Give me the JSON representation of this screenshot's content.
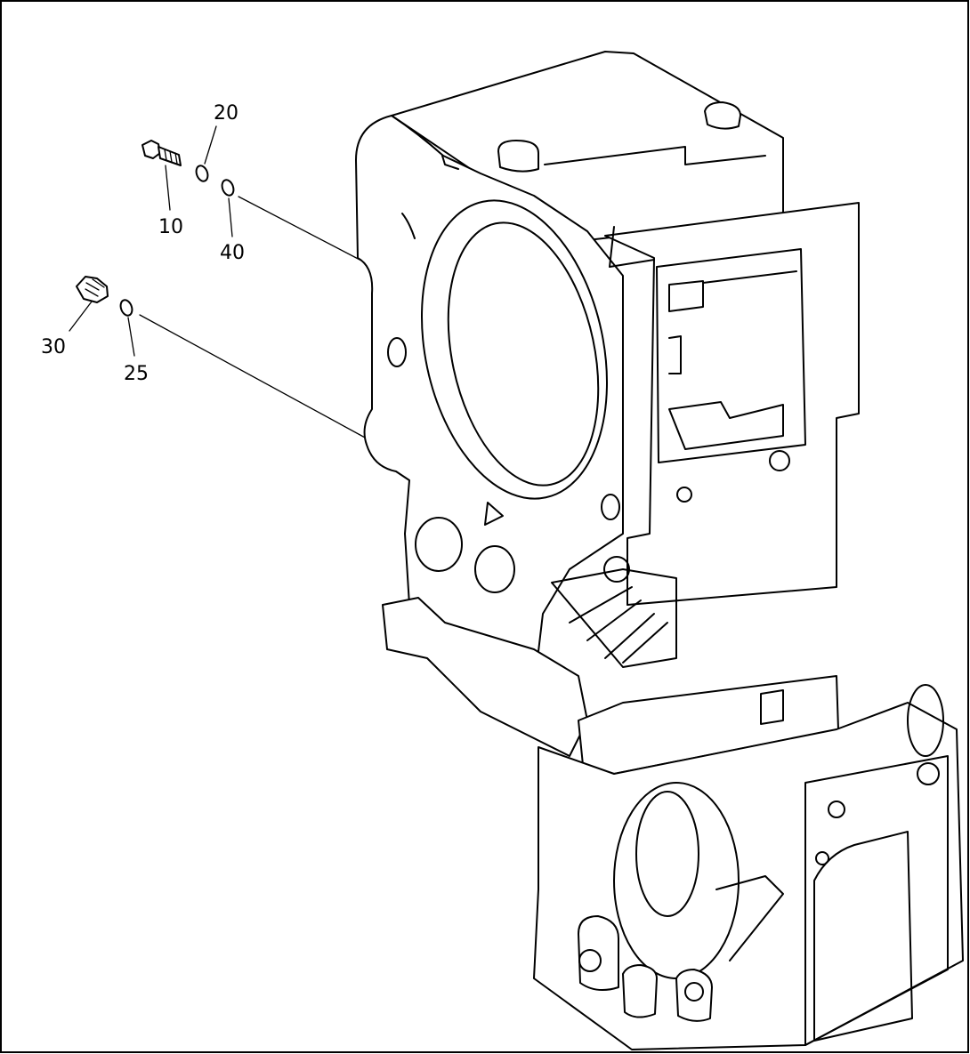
{
  "callouts": {
    "part_10": "10",
    "part_20": "20",
    "part_25": "25",
    "part_30": "30",
    "part_40": "40"
  },
  "colors": {
    "line": "#000000",
    "background": "#ffffff"
  }
}
